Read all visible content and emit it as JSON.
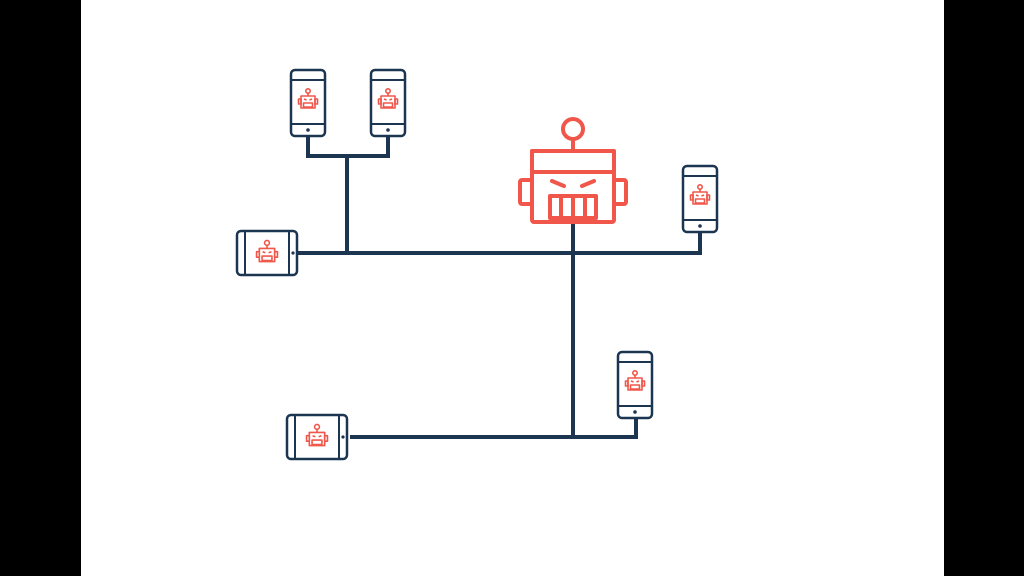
{
  "colors": {
    "line": "#1c3550",
    "bot": "#f0574a",
    "background": "#ffffff",
    "letterbox": "#000000"
  },
  "nodes": [
    {
      "name": "phone-top-left",
      "device": "phone"
    },
    {
      "name": "phone-top-middle",
      "device": "phone"
    },
    {
      "name": "tablet-middle-left",
      "device": "tablet"
    },
    {
      "name": "phone-right",
      "device": "phone"
    },
    {
      "name": "phone-bottom-right",
      "device": "phone"
    },
    {
      "name": "tablet-bottom-left",
      "device": "tablet"
    }
  ],
  "central_bot": {
    "name": "botnet-controller",
    "icon": "robot-icon"
  }
}
